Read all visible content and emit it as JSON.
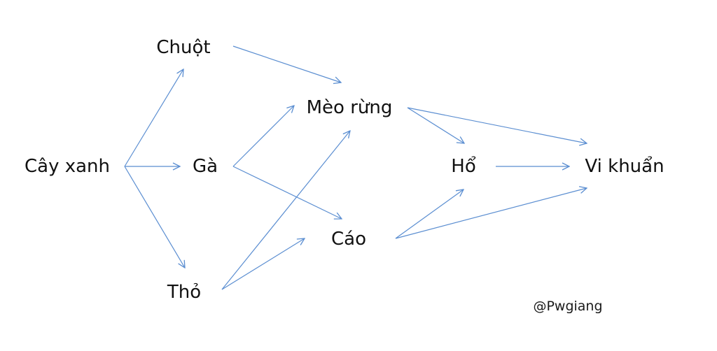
{
  "colors": {
    "arrow": "#5b8ed1",
    "text": "#111111",
    "background": "#ffffff"
  },
  "nodes": {
    "cay_xanh": "Cây xanh",
    "chuot": "Chuột",
    "ga": "Gà",
    "tho": "Thỏ",
    "meo_rung": "Mèo rừng",
    "cao": "Cáo",
    "ho": "Hổ",
    "vi_khuan": "Vi khuẩn"
  },
  "edges": [
    {
      "from": "cay_xanh",
      "to": "chuot"
    },
    {
      "from": "cay_xanh",
      "to": "ga"
    },
    {
      "from": "cay_xanh",
      "to": "tho"
    },
    {
      "from": "chuot",
      "to": "meo_rung"
    },
    {
      "from": "ga",
      "to": "meo_rung"
    },
    {
      "from": "ga",
      "to": "cao"
    },
    {
      "from": "tho",
      "to": "meo_rung"
    },
    {
      "from": "tho",
      "to": "cao"
    },
    {
      "from": "meo_rung",
      "to": "ho"
    },
    {
      "from": "meo_rung",
      "to": "vi_khuan"
    },
    {
      "from": "cao",
      "to": "ho"
    },
    {
      "from": "cao",
      "to": "vi_khuan"
    },
    {
      "from": "ho",
      "to": "vi_khuan"
    }
  ],
  "watermark": "@Pwgiang"
}
